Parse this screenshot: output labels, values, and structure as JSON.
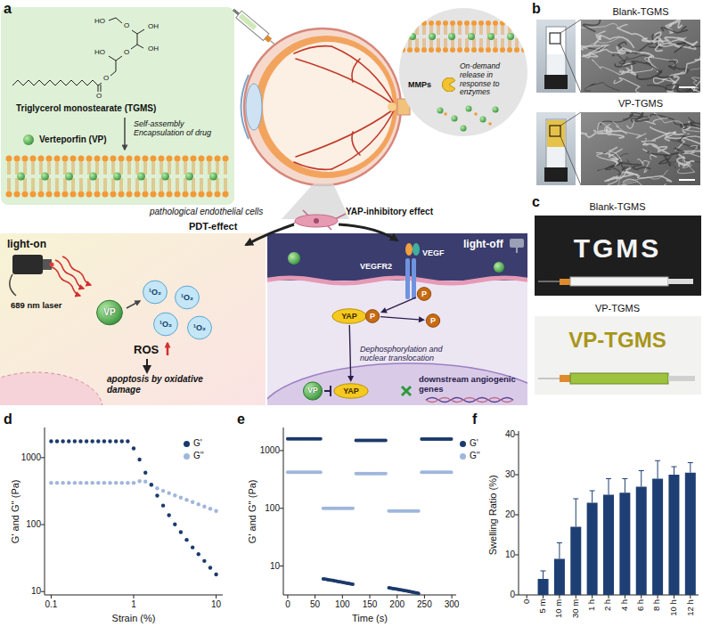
{
  "diagram": {
    "nodes": [
      {
        "text": [
          "Triglycerol monostearate (TGMS)",
          "Verteporfin (VP)",
          "Self-assembly Encapsulation of drug"
        ]
      },
      {
        "text": [
          "On-demand release in response to enzymes"
        ]
      },
      {
        "text": [
          "MMPs"
        ],
        "in": 1
      },
      {
        "text": [
          "light-on"
        ]
      },
      {
        "text": [
          "VP"
        ],
        "in": 3
      },
      {
        "text": [
          "¹O₂"
        ],
        "in": 3
      },
      {
        "text": [
          "¹O₂"
        ],
        "in": 3
      },
      {
        "text": [
          "¹O₂"
        ],
        "in": 3
      },
      {
        "text": [
          "¹O₂"
        ],
        "in": 3
      },
      {
        "text": [
          "light-off"
        ]
      },
      {
        "text": [
          "P"
        ],
        "in": 9
      },
      {
        "text": [
          "YAP"
        ],
        "in": 9
      },
      {
        "text": [
          "P"
        ],
        "in": 9
      },
      {
        "text": [
          "P"
        ],
        "in": 9
      },
      {
        "text": [
          "VP"
        ],
        "in": 9
      },
      {
        "text": [
          "YAP"
        ],
        "in": 9
      }
    ],
    "edges": [
      {
        "from": 10,
        "to": 12,
        "arrow": "to"
      },
      {
        "from": 12,
        "to": 13,
        "arrow": "to"
      },
      {
        "from": 11,
        "to": 15,
        "label": "Dephosphorylation and nuclear translocation",
        "arrow": "to"
      }
    ],
    "labels": [
      "a",
      "HO",
      "OH",
      "O",
      "HO",
      "O",
      "OH",
      "O",
      "O",
      "pathological endothelial cells",
      "PDT-effect",
      "YAP-inhibitory effect",
      "689 nm laser",
      "ROS",
      "apoptosis by oxidative damage",
      "VEGF",
      "VEGFR2",
      "downstream angiogenic genes",
      "b",
      "Blank-TGMS",
      "VP-TGMS",
      "c",
      "Blank-TGMS",
      "TGMS",
      "VP-TGMS",
      "VP-TGMS",
      "d",
      "1000",
      "100",
      "10",
      "0.1",
      "1",
      "10",
      "Strain (%)",
      "G' and G'' (Pa)",
      "e",
      "1000",
      "100",
      "10",
      "0",
      "50",
      "100",
      "150",
      "200",
      "250",
      "300",
      "Time (s)",
      "G' and G'' (Pa)",
      "f",
      "40",
      "30",
      "20",
      "10",
      "0",
      "0",
      "5 m",
      "10 m",
      "30 m",
      "1 h",
      "2 h",
      "4 h",
      "6 h",
      "8 h",
      "10 h",
      "12 h",
      "Swelling Ratio (%)"
    ],
    "legend": [
      {
        "text": "G'",
        "color": "#1b3a6b"
      },
      {
        "text": "G''",
        "color": "#9fb6dc"
      },
      {
        "text": "G'",
        "color": "#1b3a6b"
      },
      {
        "text": "G''",
        "color": "#9fb6dc"
      }
    ]
  }
}
